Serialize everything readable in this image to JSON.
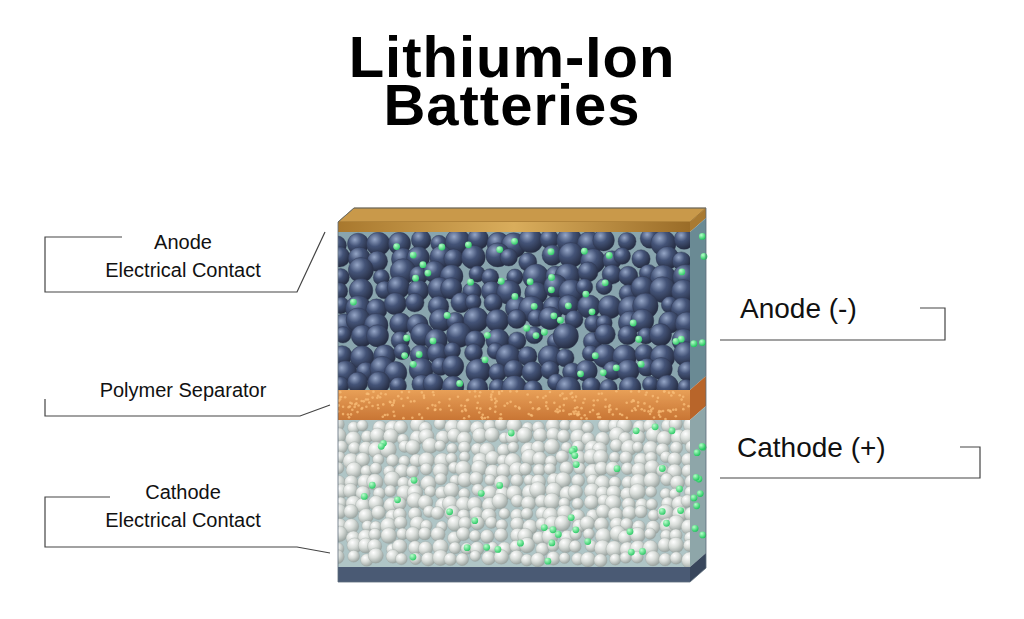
{
  "diagram": {
    "title": "Lithium-Ion Batteries",
    "labels": [
      "Anode Electrical Contact",
      "Polymer Separator",
      "Cathode Electrical Contact",
      "Anode (-)",
      "Cathode (+)"
    ]
  }
}
